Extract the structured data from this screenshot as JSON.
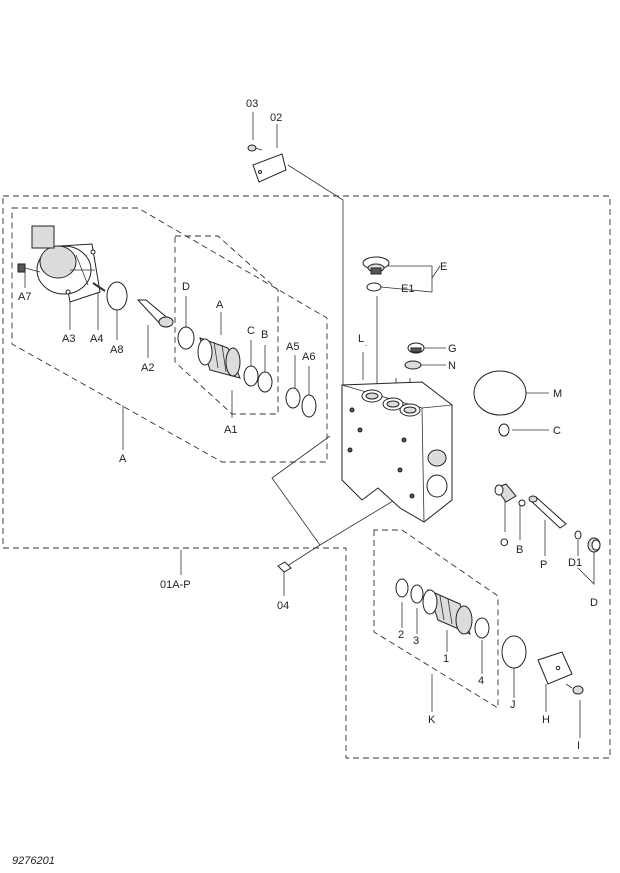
{
  "labels": {
    "p03": "03",
    "p02": "02",
    "E": "E",
    "E1": "E1",
    "A7": "A7",
    "A3": "A3",
    "A4": "A4",
    "A8": "A8",
    "A2": "A2",
    "D_top": "D",
    "A_top": "A",
    "C_top": "C",
    "B_top": "B",
    "A5": "A5",
    "A6": "A6",
    "L": "L",
    "G": "G",
    "N": "N",
    "M": "M",
    "C_right": "C",
    "A1": "A1",
    "A_group": "A",
    "O": "O",
    "B_bottom": "B",
    "P": "P",
    "D1": "D1",
    "D_bottom": "D",
    "p01A_P": "01A-P",
    "p04": "04",
    "n2": "2",
    "n3": "3",
    "n1": "1",
    "n4": "4",
    "J": "J",
    "H": "H",
    "K": "K",
    "I": "I"
  },
  "document_number": "9276201"
}
